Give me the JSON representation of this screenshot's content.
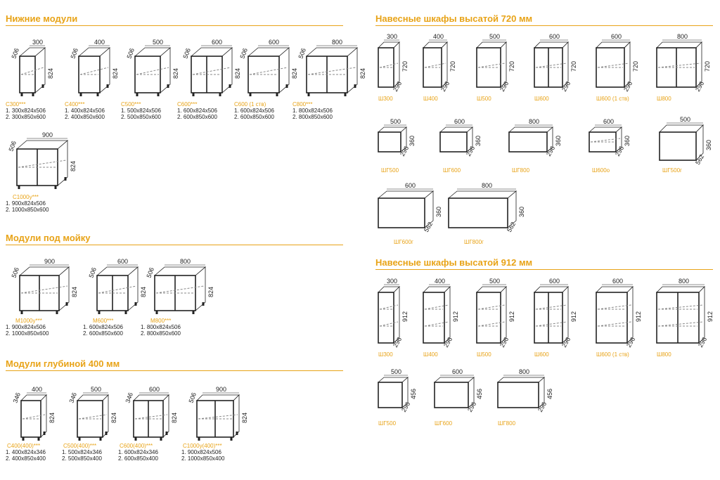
{
  "colors": {
    "accent": "#e8a317",
    "ink": "#222222",
    "guide": "#888888"
  },
  "sections": {
    "lower": "Нижние модули",
    "sink": "Модули под мойку",
    "depth400": "Модули глубиной 400 мм",
    "wall720": "Навесные шкафы высатой 720 мм",
    "wall912": "Навесные шкафы высатой 912 мм"
  },
  "lower_modules": [
    {
      "code": "С300***",
      "w": "300",
      "h": "824",
      "d": "506",
      "specs": [
        "1. 300x824x506",
        "2. 300x850x600"
      ]
    },
    {
      "code": "С400***",
      "w": "400",
      "h": "824",
      "d": "506",
      "specs": [
        "1. 400x824x506",
        "2. 400x850x600"
      ]
    },
    {
      "code": "С500***",
      "w": "500",
      "h": "824",
      "d": "506",
      "specs": [
        "1. 500x824x506",
        "2. 500x850x600"
      ]
    },
    {
      "code": "С600***",
      "w": "600",
      "h": "824",
      "d": "506",
      "specs": [
        "1. 600x824x506",
        "2. 600x850x600"
      ]
    },
    {
      "code": "С600 (1 ств)",
      "w": "600",
      "h": "824",
      "d": "506",
      "specs": [
        "1. 600x824x506",
        "2. 600x850x600"
      ]
    },
    {
      "code": "С800***",
      "w": "800",
      "h": "824",
      "d": "506",
      "specs": [
        "1. 800x824x506",
        "2. 800x850x600"
      ]
    },
    {
      "code": "С1000у***",
      "w": "900",
      "h": "824",
      "d": "506",
      "specs": [
        "1. 900x824x506",
        "2. 1000x850x600"
      ]
    }
  ],
  "sink_modules": [
    {
      "code": "М1000у***",
      "w": "900",
      "h": "824",
      "d": "506",
      "d2": "506",
      "specs": [
        "1. 900x824x506",
        "2. 1000x850x600"
      ]
    },
    {
      "code": "М600***",
      "w": "600",
      "h": "824",
      "d": "506",
      "specs": [
        "1. 600x824x506",
        "2. 600x850x600"
      ]
    },
    {
      "code": "М800***",
      "w": "800",
      "h": "824",
      "d": "506",
      "specs": [
        "1. 800x824x506",
        "2. 800x850x600"
      ]
    }
  ],
  "depth400_modules": [
    {
      "code": "С400(400)***",
      "w": "400",
      "h": "824",
      "d": "346",
      "specs": [
        "1. 400x824x346",
        "2. 400x850x400"
      ]
    },
    {
      "code": "С500(400)***",
      "w": "500",
      "h": "824",
      "d": "346",
      "specs": [
        "1. 500x824x346",
        "2. 500x850x400"
      ]
    },
    {
      "code": "С600(400)***",
      "w": "600",
      "h": "824",
      "d": "346",
      "specs": [
        "1. 600x824x346",
        "2. 600x850x400"
      ]
    },
    {
      "code": "С1000у(400)***",
      "w": "900",
      "h": "824",
      "d": "506",
      "d2": "506",
      "specs": [
        "1. 900x824x506",
        "2. 1000x850x400"
      ]
    }
  ],
  "wall720_tall": [
    {
      "code": "Ш300",
      "w": "300",
      "h": "720",
      "d": "296"
    },
    {
      "code": "Ш400",
      "w": "400",
      "h": "720",
      "d": "296"
    },
    {
      "code": "Ш500",
      "w": "500",
      "h": "720",
      "d": "296"
    },
    {
      "code": "Ш600",
      "w": "600",
      "h": "720",
      "d": "296"
    },
    {
      "code": "Ш600 (1 ств)",
      "w": "600",
      "h": "720",
      "d": "296"
    },
    {
      "code": "Ш800",
      "w": "800",
      "h": "720",
      "d": "296"
    }
  ],
  "wall720_short": [
    {
      "code": "ШГ500",
      "w": "500",
      "h": "360",
      "d": "296"
    },
    {
      "code": "ШГ600",
      "w": "600",
      "h": "360",
      "d": "296"
    },
    {
      "code": "ШГ800",
      "w": "800",
      "h": "360",
      "d": "296"
    },
    {
      "code": "Ш600о",
      "w": "600",
      "h": "360",
      "d": "296"
    },
    {
      "code": "ШГ500г",
      "w": "500",
      "h": "360",
      "d": "562"
    }
  ],
  "wall720_deep": [
    {
      "code": "ШГ600г",
      "w": "600",
      "h": "360",
      "d": "562"
    },
    {
      "code": "ШГ800г",
      "w": "800",
      "h": "360",
      "d": "562"
    }
  ],
  "wall912_tall": [
    {
      "code": "Ш300",
      "w": "300",
      "h": "912",
      "d": "296"
    },
    {
      "code": "Ш400",
      "w": "400",
      "h": "912",
      "d": "296"
    },
    {
      "code": "Ш500",
      "w": "500",
      "h": "912",
      "d": "296"
    },
    {
      "code": "Ш600",
      "w": "600",
      "h": "912",
      "d": "296"
    },
    {
      "code": "Ш600 (1 ств)",
      "w": "600",
      "h": "912",
      "d": "296"
    },
    {
      "code": "Ш800",
      "w": "800",
      "h": "912",
      "d": "296"
    }
  ],
  "wall912_short": [
    {
      "code": "ШГ500",
      "w": "500",
      "h": "456",
      "d": "296"
    },
    {
      "code": "ШГ600",
      "w": "600",
      "h": "456",
      "d": "296"
    },
    {
      "code": "ШГ800",
      "w": "800",
      "h": "456",
      "d": "296"
    }
  ]
}
